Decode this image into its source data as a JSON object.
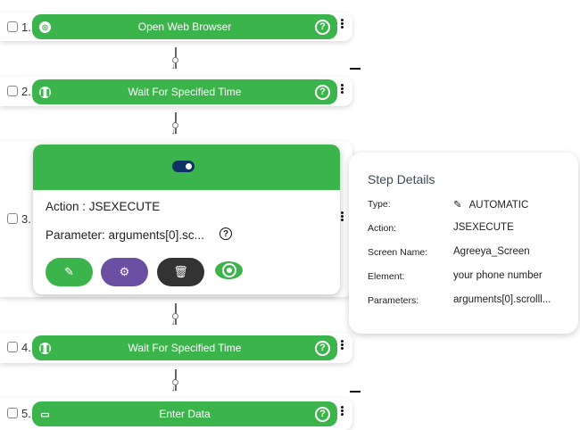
{
  "steps": [
    {
      "number": "1.",
      "label": "Open Web Browser",
      "icon": "chrome-icon"
    },
    {
      "number": "2.",
      "label": "Wait For Specified Time",
      "icon": "pause-icon"
    },
    {
      "number": "3.",
      "label": "",
      "icon": ""
    },
    {
      "number": "4.",
      "label": "Wait For Specified Time",
      "icon": "pause-icon"
    },
    {
      "number": "5.",
      "label": "Enter Data",
      "icon": "laptop-code-icon"
    }
  ],
  "popup": {
    "action": "Action : JSEXECUTE",
    "parameter": "Parameter: arguments[0].sc...",
    "help": "?"
  },
  "details": {
    "title": "Step Details",
    "rows": [
      {
        "label": "Type:",
        "value": "AUTOMATIC"
      },
      {
        "label": "Action:",
        "value": "JSEXECUTE"
      },
      {
        "label": "Screen Name:",
        "value": "Agreeya_Screen"
      },
      {
        "label": "Element:",
        "value": "your phone number"
      },
      {
        "label": "Parameters:",
        "value": "arguments[0].scrolll..."
      }
    ]
  },
  "colors": {
    "green": "#3bb44b",
    "purple": "#6a4fa3",
    "dark": "#333333",
    "toggle": "#0d3366"
  }
}
